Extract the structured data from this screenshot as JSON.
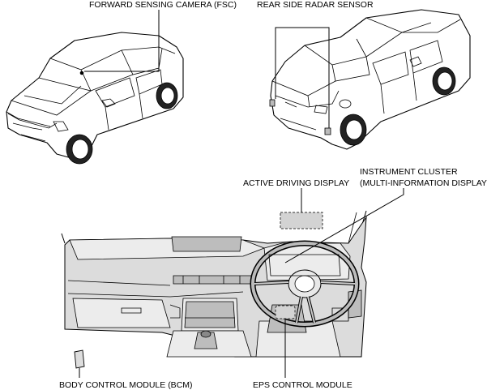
{
  "labels": {
    "fsc": "FORWARD SENSING CAMERA (FSC)",
    "radar": "REAR SIDE RADAR SENSOR",
    "add": "ACTIVE DRIVING DISPLAY",
    "cluster_line1": "INSTRUMENT CLUSTER",
    "cluster_line2": "(MULTI-INFORMATION DISPLAY)",
    "bcm": "BODY CONTROL MODULE (BCM)",
    "eps": "EPS CONTROL MODULE"
  }
}
